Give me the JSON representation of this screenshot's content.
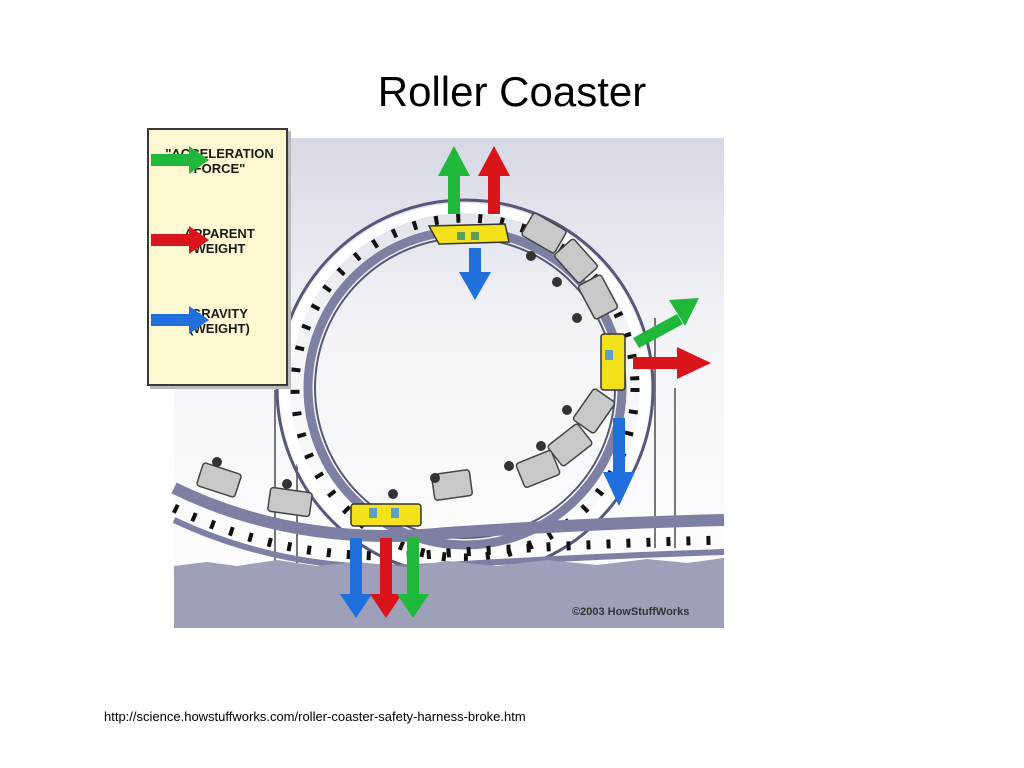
{
  "slide": {
    "title": "Roller Coaster",
    "source_url": "http://science.howstuffworks.com/roller-coaster-safety-harness-broke.htm"
  },
  "figure": {
    "copyright": "©2003 HowStuffWorks",
    "legend": [
      {
        "label": "\"ACCELERATION\nFORCE\"",
        "color": "#1fb83a",
        "icon": "green-arrow-icon"
      },
      {
        "label": "APPARENT\nWEIGHT",
        "color": "#d9141b",
        "icon": "red-arrow-icon"
      },
      {
        "label": "GRAVITY\n(WEIGHT)",
        "color": "#1f6fdc",
        "icon": "blue-arrow-icon"
      }
    ]
  }
}
